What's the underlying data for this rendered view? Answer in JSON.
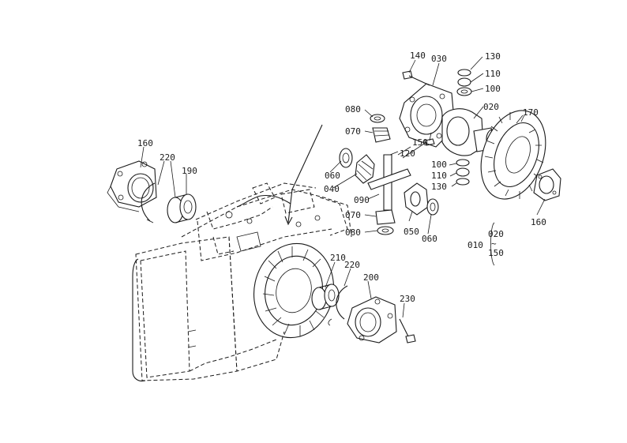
{
  "labels": {
    "l140": "140",
    "l030": "030",
    "l130a": "130",
    "l110a": "110",
    "l100a": "100",
    "l020": "020",
    "l170": "170",
    "l080a": "080",
    "l070a": "070",
    "l150": "150",
    "l120": "120",
    "l060a": "060",
    "l040": "040",
    "l090": "090",
    "l100b": "100",
    "l110b": "110",
    "l130b": "130",
    "l070b": "070",
    "l080b": "080",
    "l050": "050",
    "l060b": "060",
    "l160a": "160",
    "l160b": "160",
    "l220a": "220",
    "l190": "190",
    "l210": "210",
    "l220b": "220",
    "l200": "200",
    "l230": "230",
    "l010": "010",
    "l020b": "020",
    "l150b": "150",
    "l_tilde": "~"
  }
}
